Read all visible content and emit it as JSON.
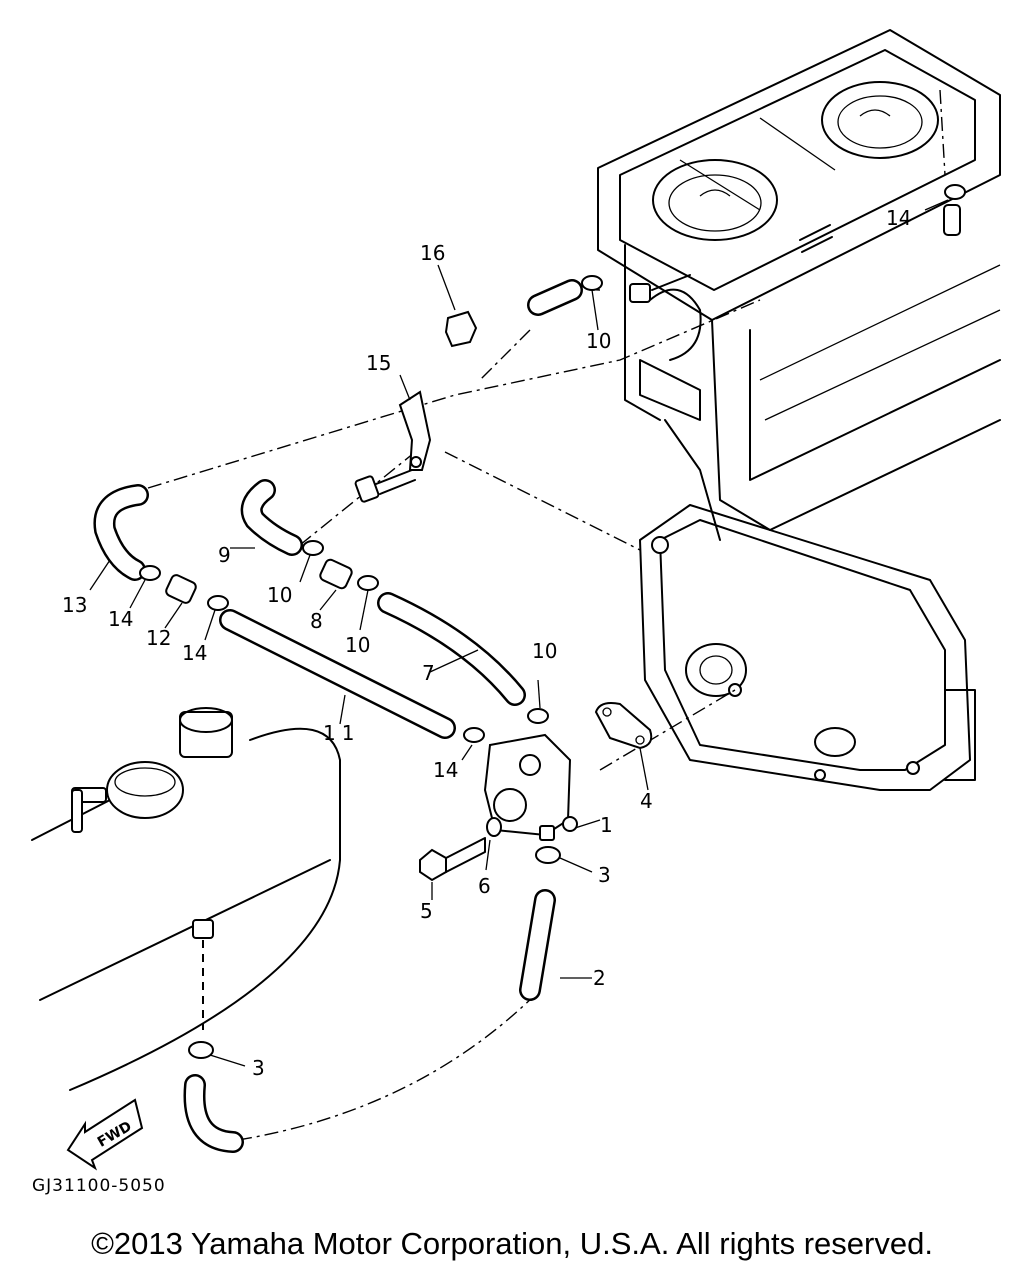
{
  "diagram": {
    "code": "GJ31100-5050",
    "fwd_label": "FWD",
    "callouts": {
      "c1": "1",
      "c2": "2",
      "c3a": "3",
      "c3b": "3",
      "c4": "4",
      "c5": "5",
      "c6": "6",
      "c7": "7",
      "c8": "8",
      "c9": "9",
      "c10a": "10",
      "c10b": "10",
      "c10c": "10",
      "c10d": "10",
      "c11": "11",
      "c12": "12",
      "c13": "13",
      "c14a": "14",
      "c14b": "14",
      "c14c": "14",
      "c14d": "14",
      "c15": "15",
      "c16": "16"
    }
  },
  "footer": {
    "copyright": "©2013 Yamaha Motor Corporation, U.S.A. All rights reserved."
  }
}
